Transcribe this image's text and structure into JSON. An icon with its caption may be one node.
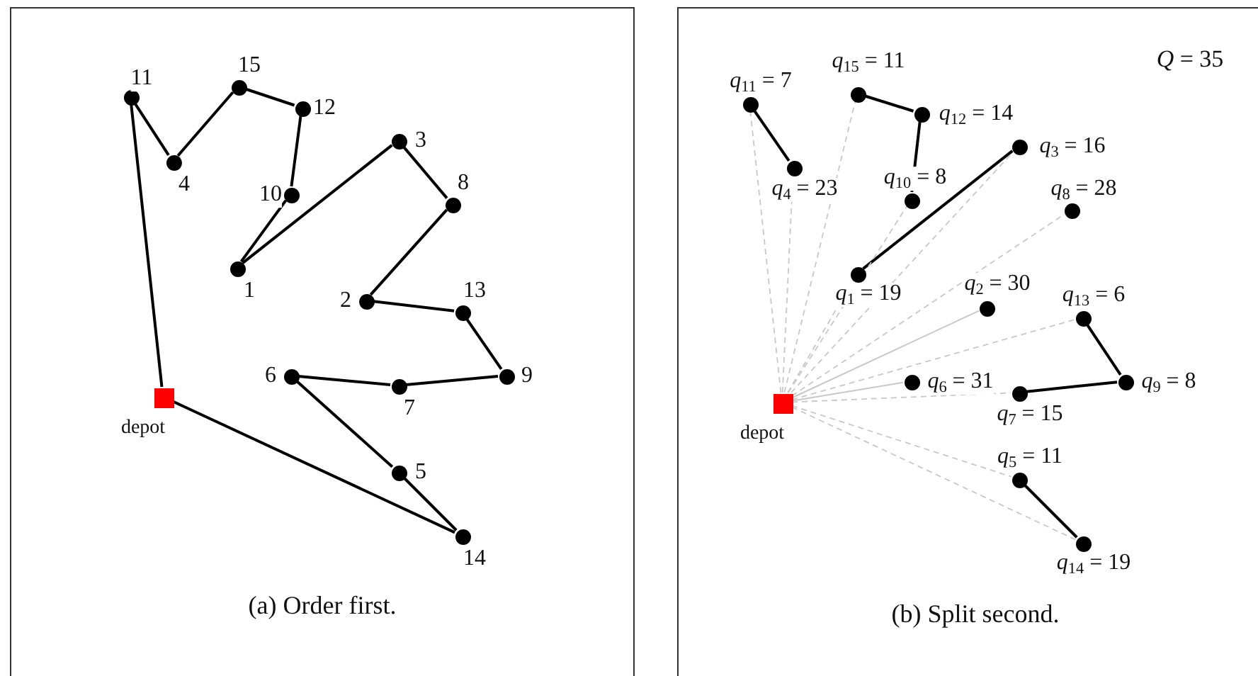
{
  "diagram": {
    "nodes": [
      {
        "text": [
          "(a) Order first."
        ]
      },
      {
        "text": [],
        "shape": "box",
        "in": 0,
        "beside": [
          "depot"
        ]
      },
      {
        "text": [],
        "shape": "circle",
        "in": 0,
        "beside": [
          "1"
        ]
      },
      {
        "text": [],
        "shape": "circle",
        "in": 0,
        "beside": [
          "2"
        ]
      },
      {
        "text": [],
        "shape": "circle",
        "in": 0,
        "beside": [
          "3"
        ]
      },
      {
        "text": [],
        "shape": "circle",
        "in": 0,
        "beside": [
          "4"
        ]
      },
      {
        "text": [],
        "shape": "circle",
        "in": 0,
        "beside": [
          "5"
        ]
      },
      {
        "text": [],
        "shape": "circle",
        "in": 0,
        "beside": [
          "6"
        ]
      },
      {
        "text": [],
        "shape": "circle",
        "in": 0,
        "beside": [
          "7"
        ]
      },
      {
        "text": [],
        "shape": "circle",
        "in": 0,
        "beside": [
          "8"
        ]
      },
      {
        "text": [],
        "shape": "circle",
        "in": 0,
        "beside": [
          "9"
        ]
      },
      {
        "text": [],
        "shape": "circle",
        "in": 0,
        "beside": [
          "10"
        ]
      },
      {
        "text": [],
        "shape": "circle",
        "in": 0,
        "beside": [
          "11"
        ]
      },
      {
        "text": [],
        "shape": "circle",
        "in": 0,
        "beside": [
          "12"
        ]
      },
      {
        "text": [],
        "shape": "circle",
        "in": 0,
        "beside": [
          "13"
        ]
      },
      {
        "text": [],
        "shape": "circle",
        "in": 0,
        "beside": [
          "14"
        ]
      },
      {
        "text": [],
        "shape": "circle",
        "in": 0,
        "beside": [
          "15"
        ]
      },
      {
        "text": [
          "(b) Split second."
        ]
      },
      {
        "text": [],
        "shape": "box",
        "in": 17,
        "beside": [
          "depot"
        ]
      },
      {
        "text": [],
        "shape": "circle",
        "in": 17,
        "beside": [
          "*q*$_{1}$ = 19"
        ]
      },
      {
        "text": [],
        "shape": "circle",
        "in": 17,
        "beside": [
          "*q*$_{2}$ = 30"
        ]
      },
      {
        "text": [],
        "shape": "circle",
        "in": 17,
        "beside": [
          "*q*$_{3}$ = 16"
        ]
      },
      {
        "text": [],
        "shape": "circle",
        "in": 17,
        "beside": [
          "*q*$_{4}$ = 23"
        ]
      },
      {
        "text": [],
        "shape": "circle",
        "in": 17,
        "beside": [
          "*q*$_{5}$ = 11"
        ]
      },
      {
        "text": [],
        "shape": "circle",
        "in": 17,
        "beside": [
          "*q*$_{6}$ = 31"
        ]
      },
      {
        "text": [],
        "shape": "circle",
        "in": 17,
        "beside": [
          "*q*$_{7}$ = 15"
        ]
      },
      {
        "text": [],
        "shape": "circle",
        "in": 17,
        "beside": [
          "*q*$_{8}$ = 28"
        ]
      },
      {
        "text": [],
        "shape": "circle",
        "in": 17,
        "beside": [
          "*q*$_{9}$ = 8"
        ]
      },
      {
        "text": [],
        "shape": "circle",
        "in": 17,
        "beside": [
          "*q*$_{10}$ = 8"
        ]
      },
      {
        "text": [],
        "shape": "circle",
        "in": 17,
        "beside": [
          "*q*$_{11}$ = 7"
        ]
      },
      {
        "text": [],
        "shape": "circle",
        "in": 17,
        "beside": [
          "*q*$_{12}$ = 14"
        ]
      },
      {
        "text": [],
        "shape": "circle",
        "in": 17,
        "beside": [
          "*q*$_{13}$ = 6"
        ]
      },
      {
        "text": [],
        "shape": "circle",
        "in": 17,
        "beside": [
          "*q*$_{14}$ = 19"
        ]
      },
      {
        "text": [],
        "shape": "circle",
        "in": 17,
        "beside": [
          "*q*$_{15}$ = 11"
        ]
      }
    ],
    "edges": [
      {
        "from": 1,
        "to": 12,
        "arrow": "none"
      },
      {
        "from": 12,
        "to": 5,
        "arrow": "none"
      },
      {
        "from": 5,
        "to": 16,
        "arrow": "none"
      },
      {
        "from": 16,
        "to": 13,
        "arrow": "none"
      },
      {
        "from": 13,
        "to": 11,
        "arrow": "none"
      },
      {
        "from": 11,
        "to": 2,
        "arrow": "none"
      },
      {
        "from": 2,
        "to": 4,
        "arrow": "none"
      },
      {
        "from": 4,
        "to": 9,
        "arrow": "none"
      },
      {
        "from": 9,
        "to": 3,
        "arrow": "none"
      },
      {
        "from": 3,
        "to": 14,
        "arrow": "none"
      },
      {
        "from": 14,
        "to": 10,
        "arrow": "none"
      },
      {
        "from": 10,
        "to": 8,
        "arrow": "none"
      },
      {
        "from": 8,
        "to": 7,
        "arrow": "none"
      },
      {
        "from": 7,
        "to": 6,
        "arrow": "none"
      },
      {
        "from": 6,
        "to": 15,
        "arrow": "none"
      },
      {
        "from": 15,
        "to": 1,
        "arrow": "none"
      },
      {
        "from": 29,
        "to": 22,
        "arrow": "none"
      },
      {
        "from": 33,
        "to": 30,
        "arrow": "none"
      },
      {
        "from": 30,
        "to": 28,
        "arrow": "none"
      },
      {
        "from": 19,
        "to": 21,
        "arrow": "none"
      },
      {
        "from": 31,
        "to": 27,
        "arrow": "none"
      },
      {
        "from": 27,
        "to": 25,
        "arrow": "none"
      },
      {
        "from": 23,
        "to": 32,
        "arrow": "none"
      },
      {
        "from": 18,
        "to": 29,
        "arrow": "none",
        "style": "dashed",
        "color": "#c8c8c8"
      },
      {
        "from": 18,
        "to": 22,
        "arrow": "none",
        "style": "dashed",
        "color": "#c8c8c8"
      },
      {
        "from": 18,
        "to": 33,
        "arrow": "none",
        "style": "dashed",
        "color": "#c8c8c8"
      },
      {
        "from": 18,
        "to": 28,
        "arrow": "none",
        "style": "dashed",
        "color": "#c8c8c8"
      },
      {
        "from": 18,
        "to": 19,
        "arrow": "none",
        "style": "dashed",
        "color": "#c8c8c8"
      },
      {
        "from": 18,
        "to": 21,
        "arrow": "none",
        "style": "dashed",
        "color": "#c8c8c8"
      },
      {
        "from": 18,
        "to": 26,
        "arrow": "none",
        "style": "dashed",
        "color": "#c8c8c8"
      },
      {
        "from": 18,
        "to": 20,
        "arrow": "none",
        "color": "#c8c8c8"
      },
      {
        "from": 18,
        "to": 31,
        "arrow": "none",
        "style": "dashed",
        "color": "#c8c8c8"
      },
      {
        "from": 18,
        "to": 24,
        "arrow": "none",
        "color": "#c8c8c8"
      },
      {
        "from": 18,
        "to": 25,
        "arrow": "none",
        "style": "dashed",
        "color": "#c8c8c8"
      },
      {
        "from": 18,
        "to": 23,
        "arrow": "none",
        "style": "dashed",
        "color": "#c8c8c8"
      },
      {
        "from": 18,
        "to": 32,
        "arrow": "none",
        "style": "dashed",
        "color": "#c8c8c8"
      }
    ],
    "labels": [
      "*Q* = 35"
    ]
  }
}
